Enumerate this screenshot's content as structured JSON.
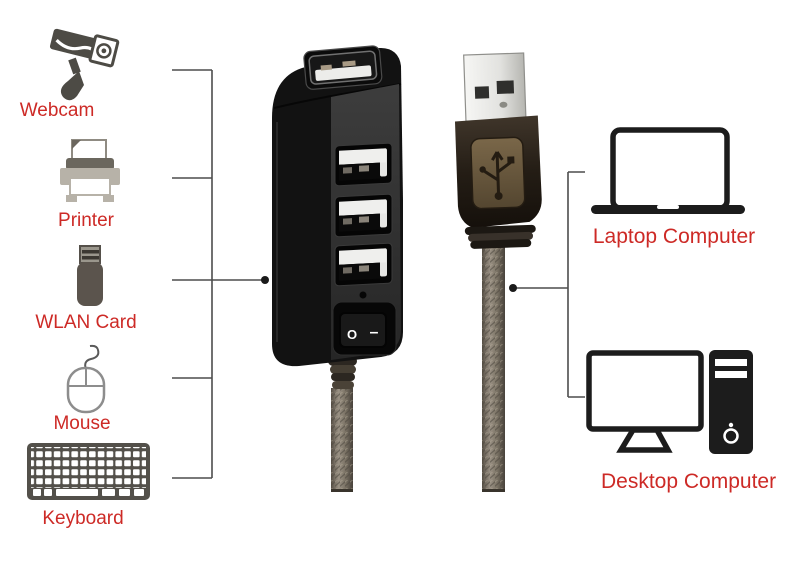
{
  "palette": {
    "background": "#ffffff",
    "label_red": "#cd2a26",
    "line_gray": "#4d4d4d",
    "device_black": "#1c1c1c",
    "hub_black": "#141414",
    "cable_brown_gray": "#8a8175"
  },
  "left_devices": [
    {
      "icon": "webcam-icon",
      "label": "Webcam"
    },
    {
      "icon": "printer-icon",
      "label": "Printer"
    },
    {
      "icon": "wlan-card-icon",
      "label": "WLAN Card"
    },
    {
      "icon": "mouse-icon",
      "label": "Mouse"
    },
    {
      "icon": "keyboard-icon",
      "label": "Keyboard"
    }
  ],
  "right_devices": [
    {
      "icon": "laptop-icon",
      "label": "Laptop Computer"
    },
    {
      "icon": "desktop-icon",
      "label": "Desktop Computer"
    }
  ],
  "hub": {
    "front_port_count": 3,
    "top_port_count": 1,
    "power_switch": {
      "off_symbol": "O",
      "on_symbol": "–"
    }
  }
}
